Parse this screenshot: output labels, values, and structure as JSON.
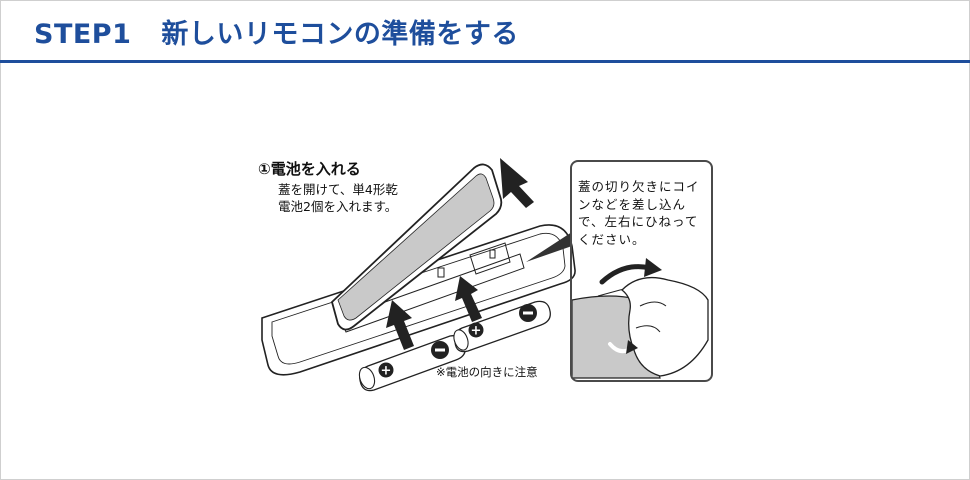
{
  "header": {
    "step": "STEP1",
    "title": "新しいリモコンの準備をする"
  },
  "instruction": {
    "heading": "①電池を入れる",
    "body": "蓋を開けて、単4形乾電池2個を入れます。"
  },
  "callout": {
    "text": "蓋の切り欠きにコインなどを差し込んで、左右にひねってください。"
  },
  "note": "※電池の向きに注意",
  "colors": {
    "accent": "#1e4e9c",
    "line": "#222222",
    "panel_fill": "#c9c9c9"
  }
}
